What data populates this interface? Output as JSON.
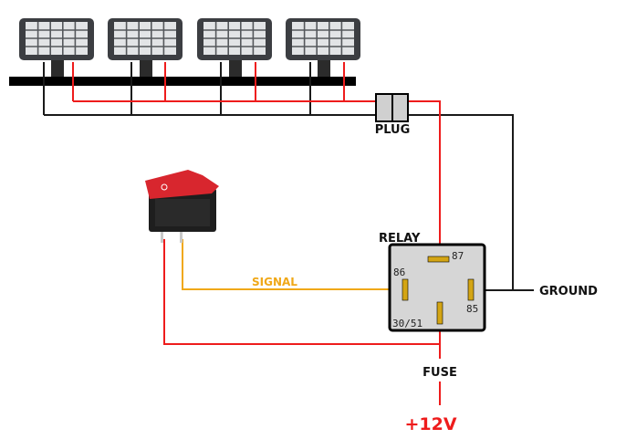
{
  "diagram": {
    "title": "Light bar relay wiring diagram",
    "colors": {
      "positive_wire": "#ee1c1c",
      "signal_wire": "#f0a818",
      "ground_wire": "#1a1a1a",
      "relay_body": "#d6d6d6",
      "relay_pin": "#d4a514",
      "plug_body": "#d0d0d0",
      "switch_rocker": "#d8262e",
      "lamp_housing": "#3c3e42"
    },
    "lamps": [
      {
        "name": "lamp-1"
      },
      {
        "name": "lamp-2"
      },
      {
        "name": "lamp-3"
      },
      {
        "name": "lamp-4"
      }
    ],
    "labels": {
      "plug": "PLUG",
      "relay": "RELAY",
      "signal": "SIGNAL",
      "ground": "GROUND",
      "fuse": "FUSE",
      "power": "+12V"
    },
    "relay_pins": {
      "p87": "87",
      "p86": "86",
      "p85": "85",
      "p30": "30/51"
    }
  }
}
